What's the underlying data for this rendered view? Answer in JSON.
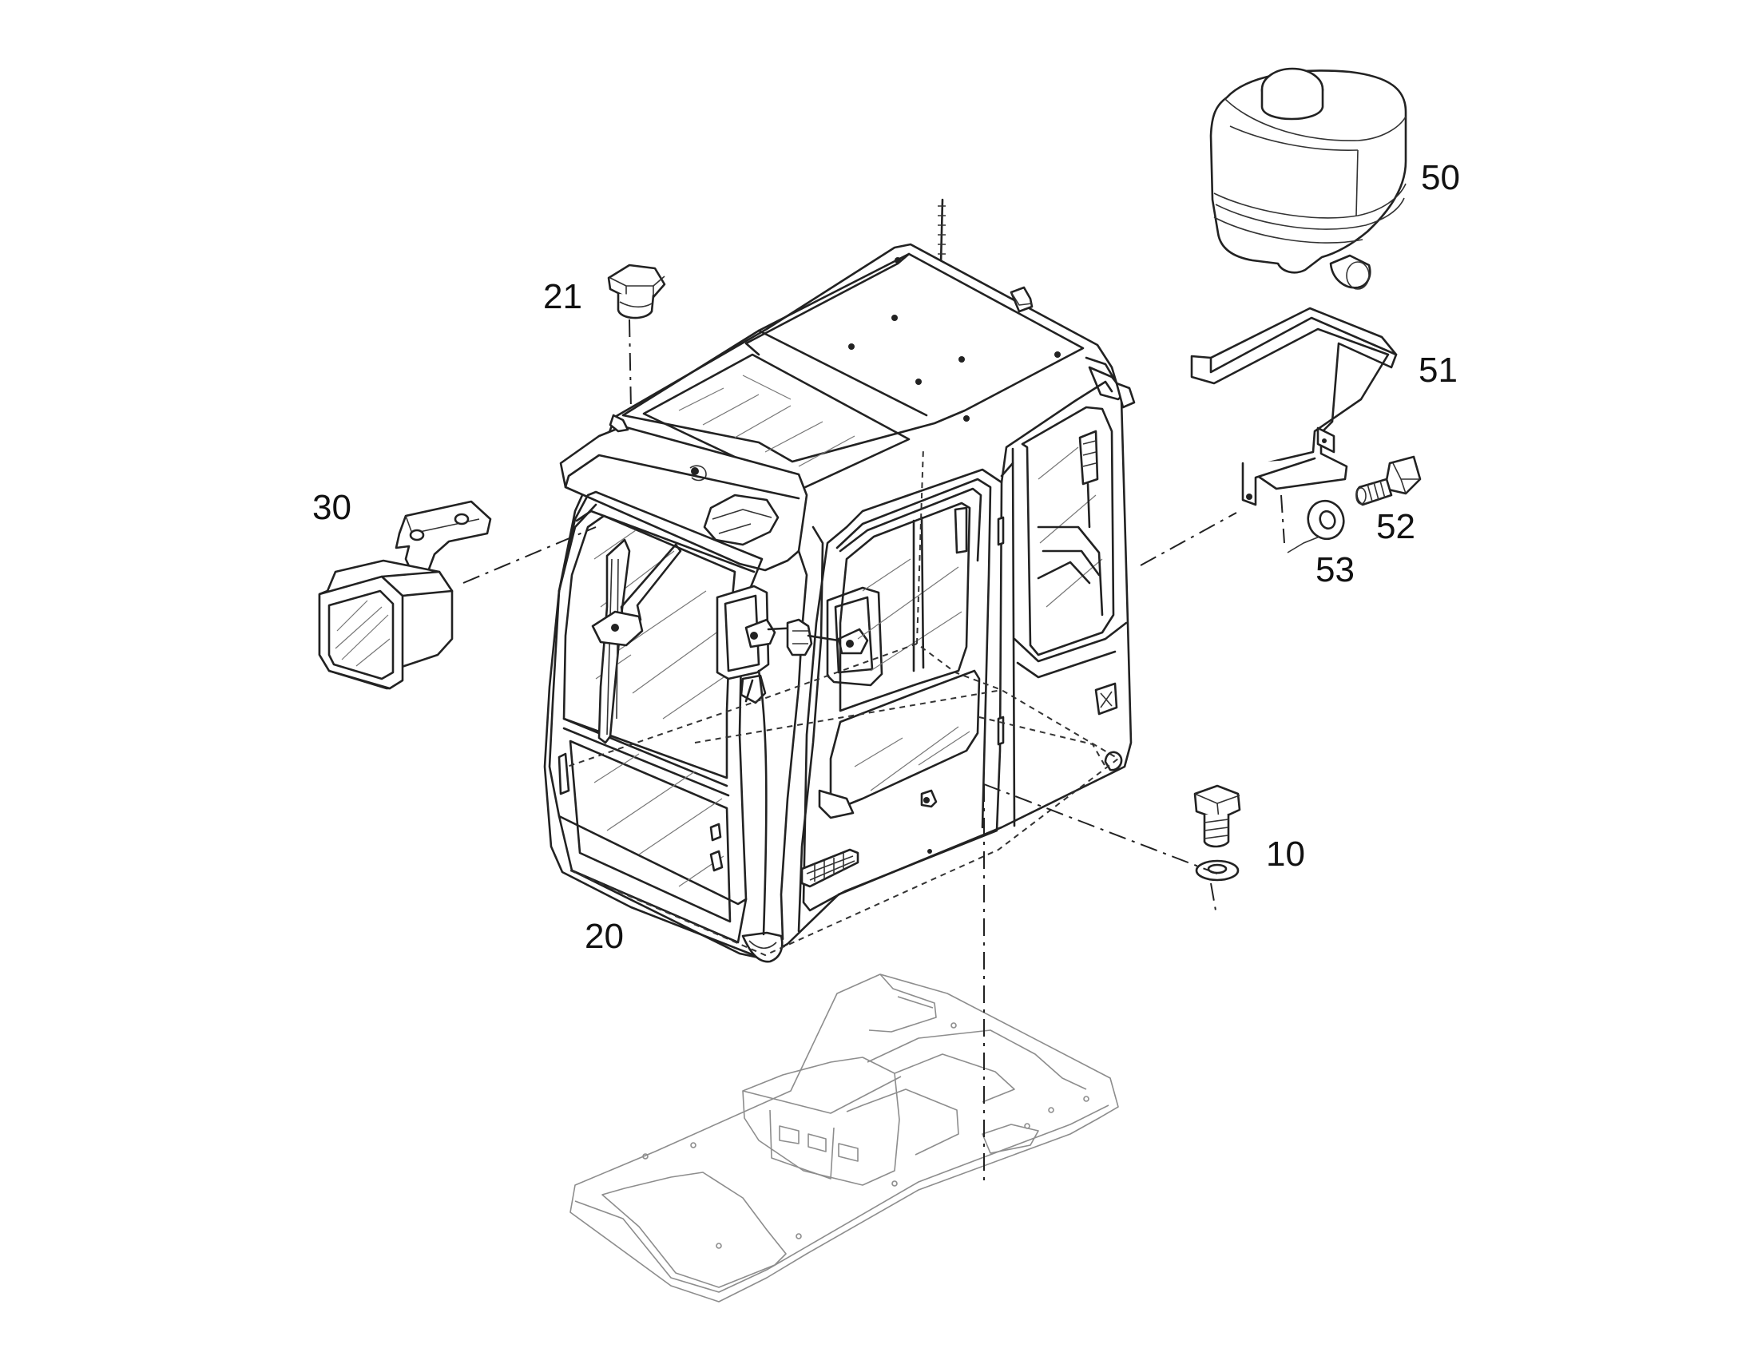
{
  "diagram": {
    "callouts": {
      "c10": "10",
      "c20": "20",
      "c21": "21",
      "c30": "30",
      "c50": "50",
      "c51": "51",
      "c52": "52",
      "c53": "53"
    }
  }
}
